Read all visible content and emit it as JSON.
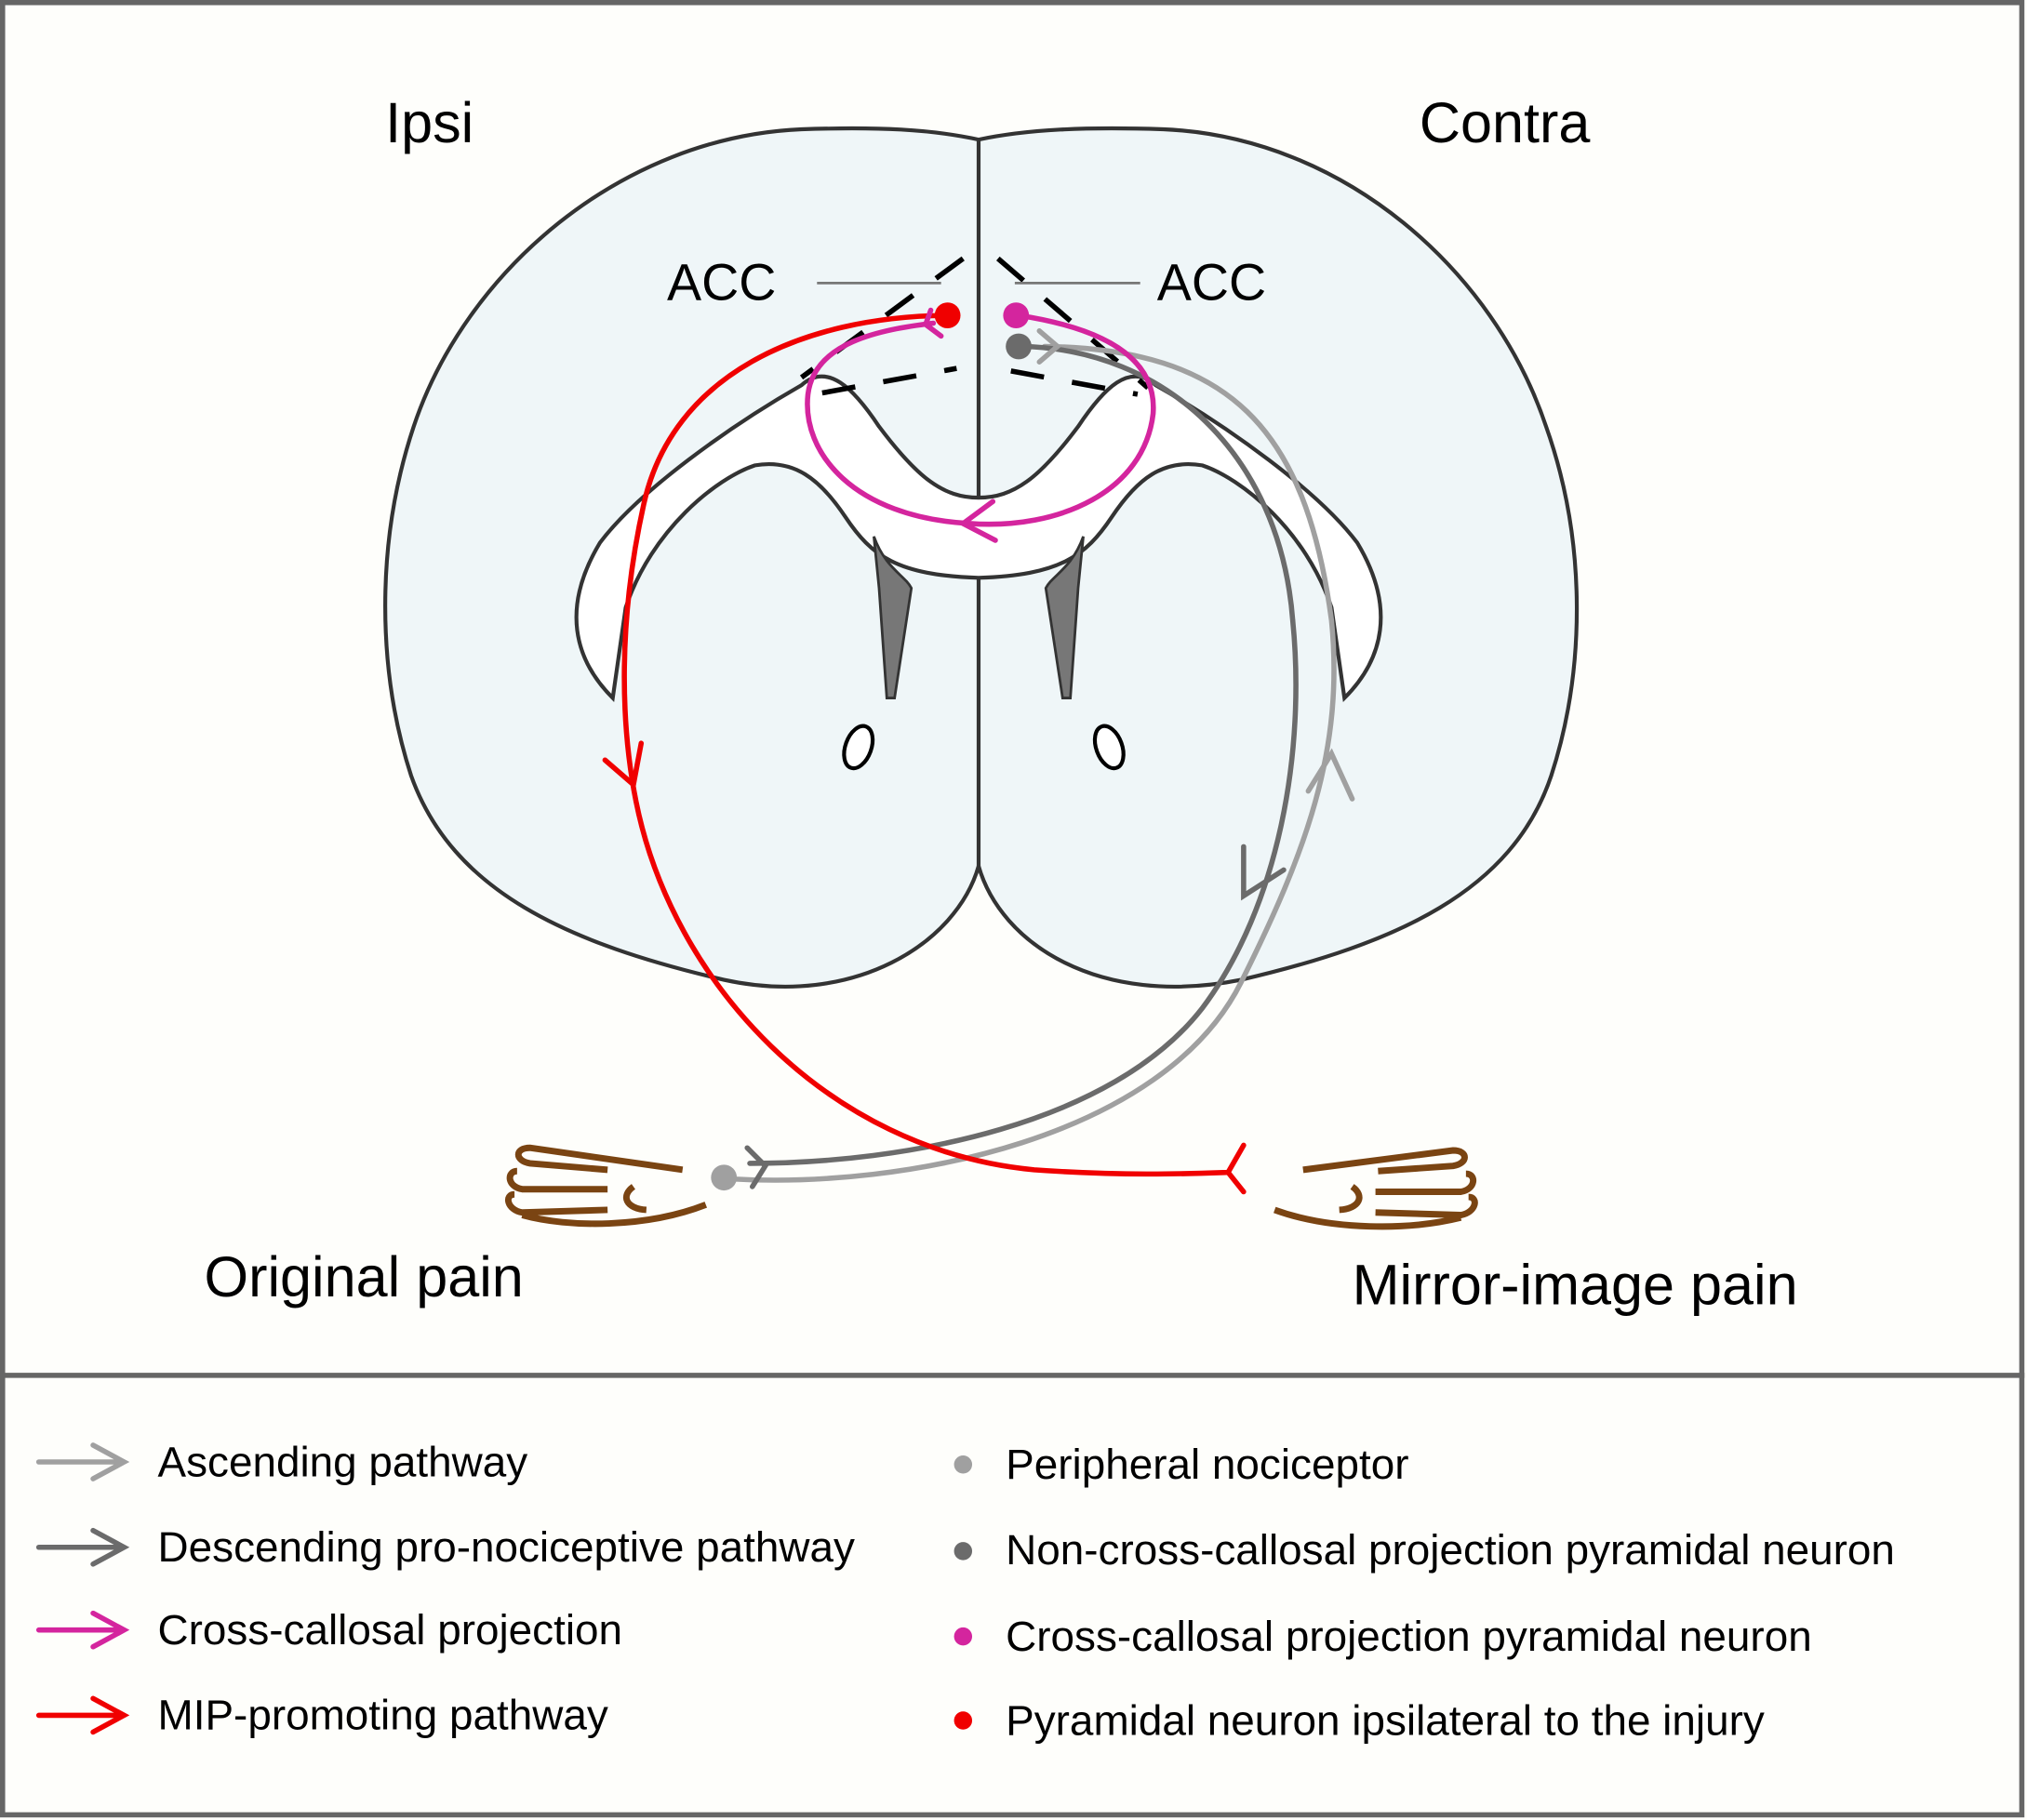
{
  "diagram": {
    "title": "Circuit model of mirror-image pain via ACC cross-callosal projection",
    "hemisphere_labels": {
      "left": "Ipsi",
      "right": "Contra"
    },
    "region_labels": {
      "left": "ACC",
      "right": "ACC"
    },
    "body_labels": {
      "left": "Original pain",
      "right": "Mirror-image pain"
    },
    "colors": {
      "ascending": "#a0a0a0",
      "descending": "#6b6b6b",
      "cross_callosal": "#d4259e",
      "mip": "#f00000",
      "brain_fill": "#eff6f8",
      "white_matter": "#ffffff",
      "outline": "#333333",
      "ventricle": "#707070",
      "hand": "#7a4412",
      "frame": "#666666"
    },
    "pathways": [
      {
        "id": "ascending",
        "from": "Original pain (peripheral nociceptor)",
        "to": "Contra ACC"
      },
      {
        "id": "descending",
        "from": "Contra ACC (non-cross-callosal neuron)",
        "to": "Original pain side"
      },
      {
        "id": "cross_callosal",
        "from": "Contra ACC",
        "to": "Ipsi ACC"
      },
      {
        "id": "mip",
        "from": "Ipsi ACC",
        "to": "Mirror-image pain side"
      }
    ]
  },
  "legend": {
    "pathways": [
      {
        "label": "Ascending pathway",
        "color": "#a0a0a0",
        "icon": "arrow-right-icon"
      },
      {
        "label": "Descending pro-nociceptive pathway",
        "color": "#6b6b6b",
        "icon": "arrow-right-icon"
      },
      {
        "label": "Cross-callosal projection",
        "color": "#d4259e",
        "icon": "arrow-right-icon"
      },
      {
        "label": "MIP-promoting pathway",
        "color": "#f00000",
        "icon": "arrow-right-icon"
      }
    ],
    "neurons": [
      {
        "label": "Peripheral nociceptor",
        "color": "#a0a0a0",
        "icon": "dot-icon"
      },
      {
        "label": "Non-cross-callosal projection pyramidal neuron",
        "color": "#6b6b6b",
        "icon": "dot-icon"
      },
      {
        "label": "Cross-callosal projection pyramidal neuron",
        "color": "#d4259e",
        "icon": "dot-icon"
      },
      {
        "label": "Pyramidal neuron ipsilateral to the injury",
        "color": "#f00000",
        "icon": "dot-icon"
      }
    ]
  }
}
